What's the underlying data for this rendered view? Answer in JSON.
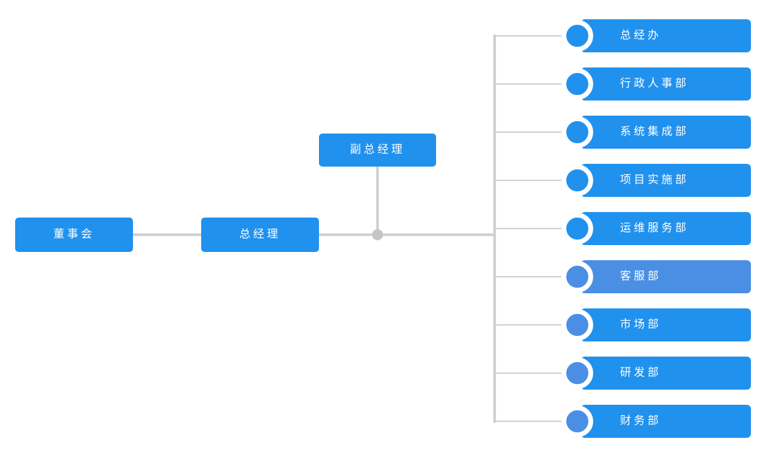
{
  "org_chart": {
    "background_color": "#ffffff",
    "colors": {
      "node_blue": "#2191ee",
      "node_light_blue": "#4a8fe4",
      "connector_gray": "#d2d2d2",
      "junction_dot_gray": "#c5c5c5",
      "label_text": "#ffffff"
    },
    "board": {
      "label": "董事会"
    },
    "general_manager": {
      "label": "总经理"
    },
    "deputy_general_manager": {
      "label": "副总经理"
    },
    "departments": [
      {
        "label": "总经办",
        "box_color": "#2191ee",
        "dot_color": "#2191ee",
        "highlighted": false
      },
      {
        "label": "行政人事部",
        "box_color": "#2191ee",
        "dot_color": "#2191ee",
        "highlighted": false
      },
      {
        "label": "系统集成部",
        "box_color": "#2191ee",
        "dot_color": "#2191ee",
        "highlighted": false
      },
      {
        "label": "项目实施部",
        "box_color": "#2191ee",
        "dot_color": "#2191ee",
        "highlighted": false
      },
      {
        "label": "运维服务部",
        "box_color": "#2191ee",
        "dot_color": "#2191ee",
        "highlighted": false
      },
      {
        "label": "客服部",
        "box_color": "#4a8fe4",
        "dot_color": "#4a8fe4",
        "highlighted": true
      },
      {
        "label": "市场部",
        "box_color": "#2191ee",
        "dot_color": "#4a8fe4",
        "highlighted": false
      },
      {
        "label": "研发部",
        "box_color": "#2191ee",
        "dot_color": "#4a8fe4",
        "highlighted": false
      },
      {
        "label": "财务部",
        "box_color": "#2191ee",
        "dot_color": "#4a8fe4",
        "highlighted": false
      }
    ]
  }
}
